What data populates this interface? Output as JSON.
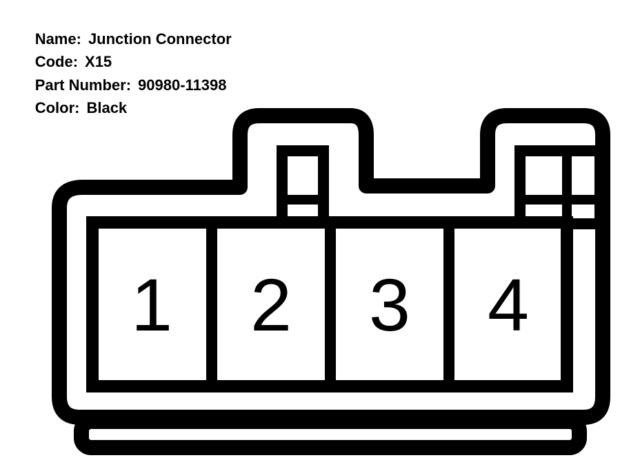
{
  "info": {
    "name": {
      "label": "Name:",
      "value": "Junction Connector"
    },
    "code": {
      "label": "Code:",
      "value": "X15"
    },
    "part_number": {
      "label": "Part Number:",
      "value": "90980-11398"
    },
    "color": {
      "label": "Color:",
      "value": "Black"
    }
  },
  "connector": {
    "pins": [
      "1",
      "2",
      "3",
      "4"
    ],
    "line_color": "#000000",
    "fill_color": "#ffffff"
  }
}
